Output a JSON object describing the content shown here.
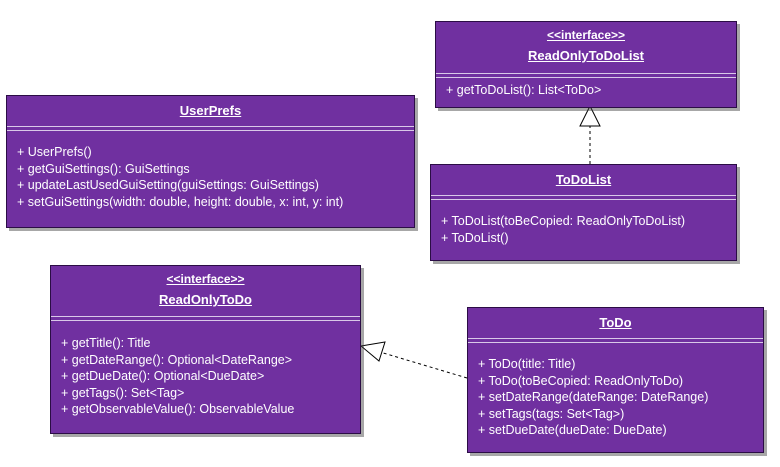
{
  "classes": {
    "readonly_todolist": {
      "stereotype": "<<interface>>",
      "name": "ReadOnlyToDoList",
      "operations": [
        "+ getToDoList(): List<ToDo>"
      ]
    },
    "userprefs": {
      "name": "UserPrefs",
      "operations": [
        "+ UserPrefs()",
        "+ getGuiSettings(): GuiSettings",
        "+ updateLastUsedGuiSetting(guiSettings: GuiSettings)",
        "+ setGuiSettings(width: double, height: double, x: int, y: int)"
      ]
    },
    "todolist": {
      "name": "ToDoList",
      "operations": [
        "+ ToDoList(toBeCopied: ReadOnlyToDoList)",
        "+ ToDoList()"
      ]
    },
    "readonly_todo": {
      "stereotype": "<<interface>>",
      "name": "ReadOnlyToDo",
      "operations": [
        "+ getTitle(): Title",
        "+ getDateRange(): Optional<DateRange>",
        "+ getDueDate(): Optional<DueDate>",
        "+ getTags(): Set<Tag>",
        "+ getObservableValue(): ObservableValue"
      ]
    },
    "todo": {
      "name": "ToDo",
      "operations": [
        "+ ToDo(title: Title)",
        "+ ToDo(toBeCopied: ReadOnlyToDo)",
        "+ setDateRange(dateRange: DateRange)",
        "+ setTags(tags: Set<Tag>)",
        "+ setDueDate(dueDate: DueDate)"
      ]
    }
  },
  "colors": {
    "class_fill": "#7030a0",
    "text": "#ffffff"
  }
}
